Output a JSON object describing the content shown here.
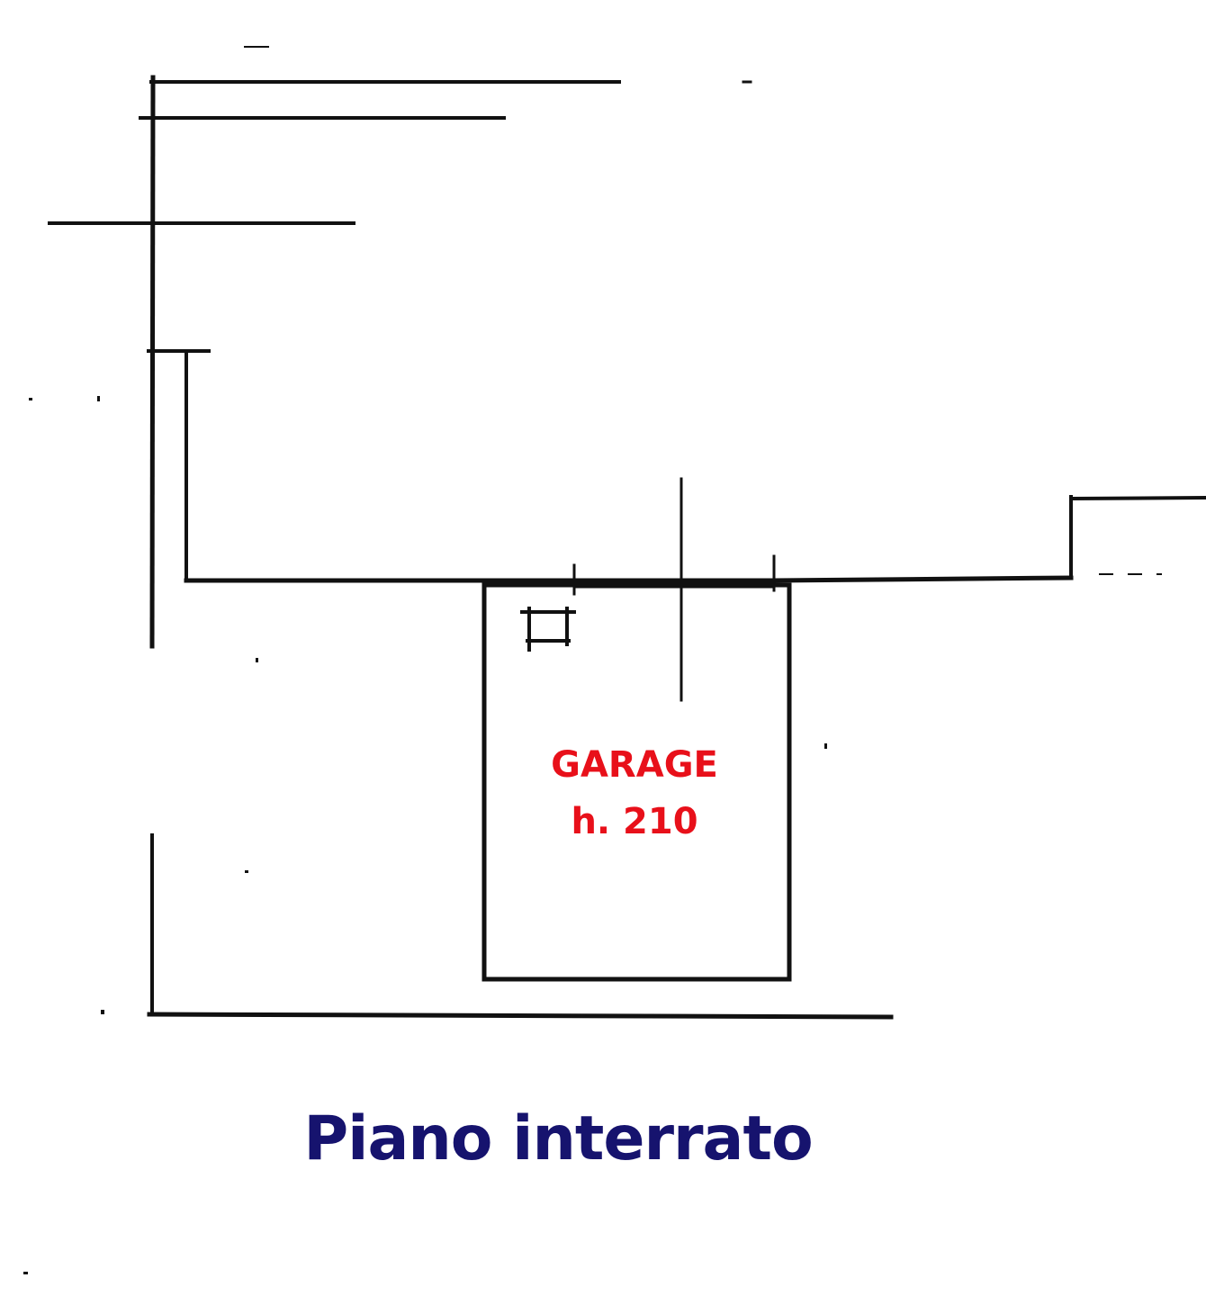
{
  "room": {
    "name": "GARAGE",
    "height": "h. 210"
  },
  "floor": {
    "title": "Piano interrato"
  },
  "colors": {
    "room_label": "#e8101a",
    "floor_title": "#16136e",
    "walls": "#111111",
    "background": "#ffffff"
  }
}
